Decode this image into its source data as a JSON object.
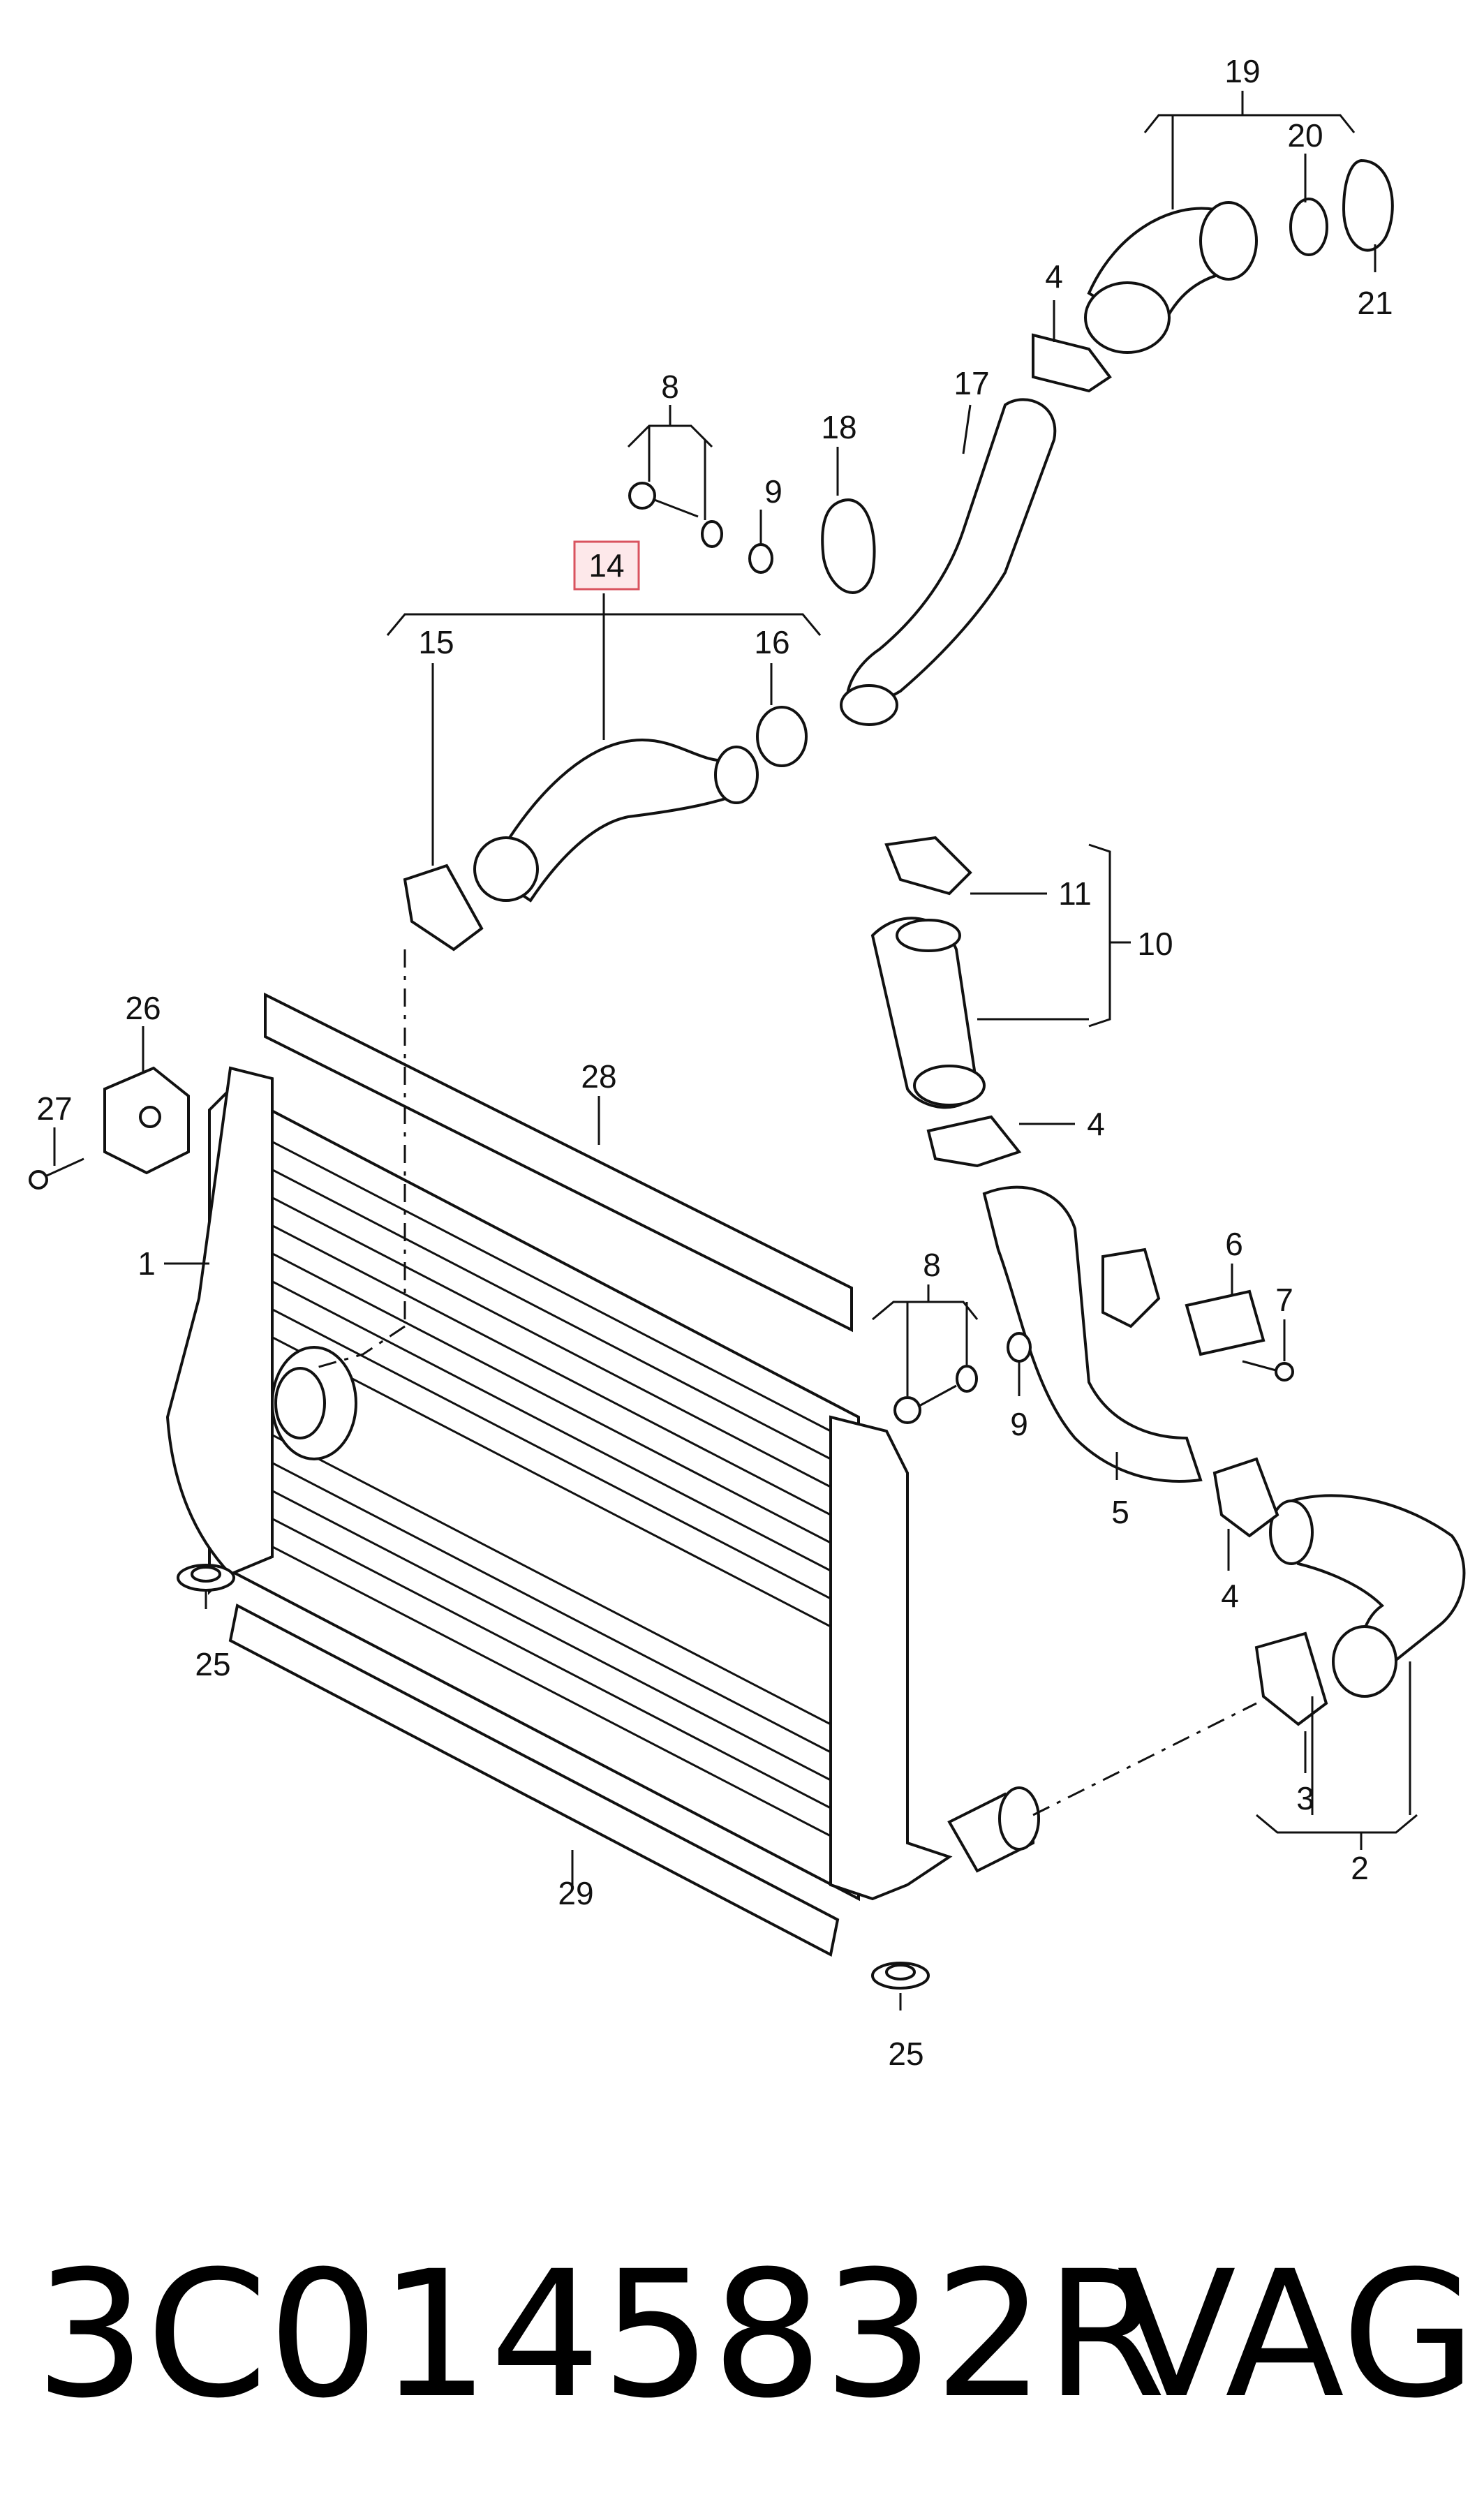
{
  "callouts": {
    "c1": "1",
    "c2": "2",
    "c3": "3",
    "c4a": "4",
    "c4b": "4",
    "c4c": "4",
    "c5": "5",
    "c6": "6",
    "c7": "7",
    "c8a": "8",
    "c8b": "8",
    "c9a": "9",
    "c9b": "9",
    "c10": "10",
    "c11": "11",
    "c14": "14",
    "c15": "15",
    "c16": "16",
    "c17": "17",
    "c18": "18",
    "c19": "19",
    "c20": "20",
    "c21": "21",
    "c25a": "25",
    "c25b": "25",
    "c26": "26",
    "c27": "27",
    "c28": "28",
    "c29": "29"
  },
  "highlighted_callout": "14",
  "highlight_color": "#d9535f",
  "footer": {
    "part_number": "3C0145832R",
    "brand": "VAG"
  }
}
